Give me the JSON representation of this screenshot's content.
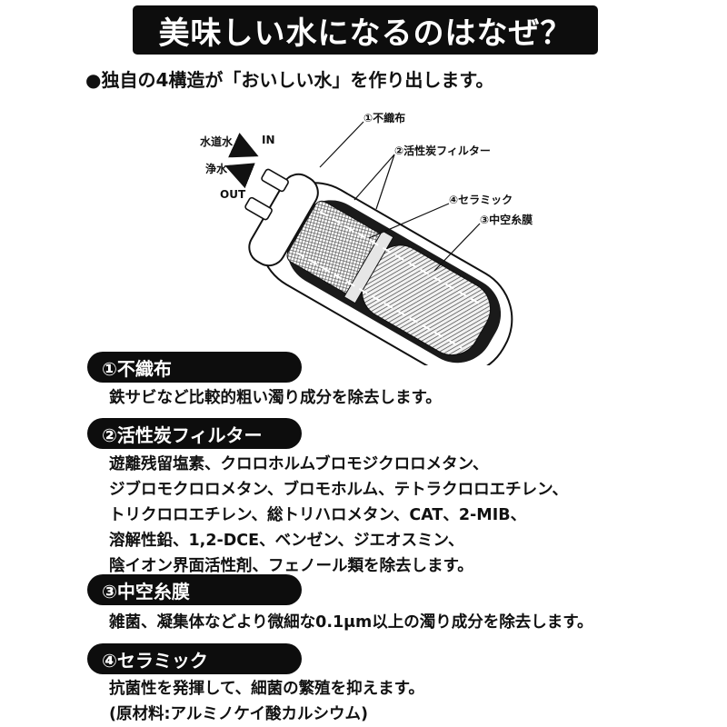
{
  "title": "美味しい水になるのはなぜ？",
  "subtitle": "●独自の4構造が「おいしい水」を作り出します。",
  "diagram": {
    "labels": {
      "tap_water": "水道水",
      "in": "IN",
      "pure_water": "浄水",
      "out": "OUT",
      "nonwoven": "①不織布",
      "carbon": "②活性炭フィルター",
      "ceramic": "④セラミック",
      "hollow_fiber": "③中空糸膜"
    }
  },
  "sections": [
    {
      "heading": "①不織布",
      "lines": [
        "鉄サビなど比較的粗い濁り成分を除去します。"
      ]
    },
    {
      "heading": "②活性炭フィルター",
      "lines": [
        "遊離残留塩素、クロロホルムブロモジクロロメタン、",
        "ジブロモクロロメタン、ブロモホルム、テトラクロロエチレン、",
        "トリクロロエチレン、総トリハロメタン、CAT、2-MIB、",
        "溶解性鉛、1,2-DCE、ベンゼン、ジエオスミン、",
        "陰イオン界面活性剤、フェノール類を除去します。"
      ]
    },
    {
      "heading": "③中空糸膜",
      "lines": [
        "雑菌、凝集体などより微細な0.1μm以上の濁り成分を除去します。"
      ]
    },
    {
      "heading": "④セラミック",
      "lines": [
        "抗菌性を発揮して、細菌の繁殖を抑えます。",
        "(原材料:アルミノケイ酸カルシウム)"
      ]
    }
  ]
}
